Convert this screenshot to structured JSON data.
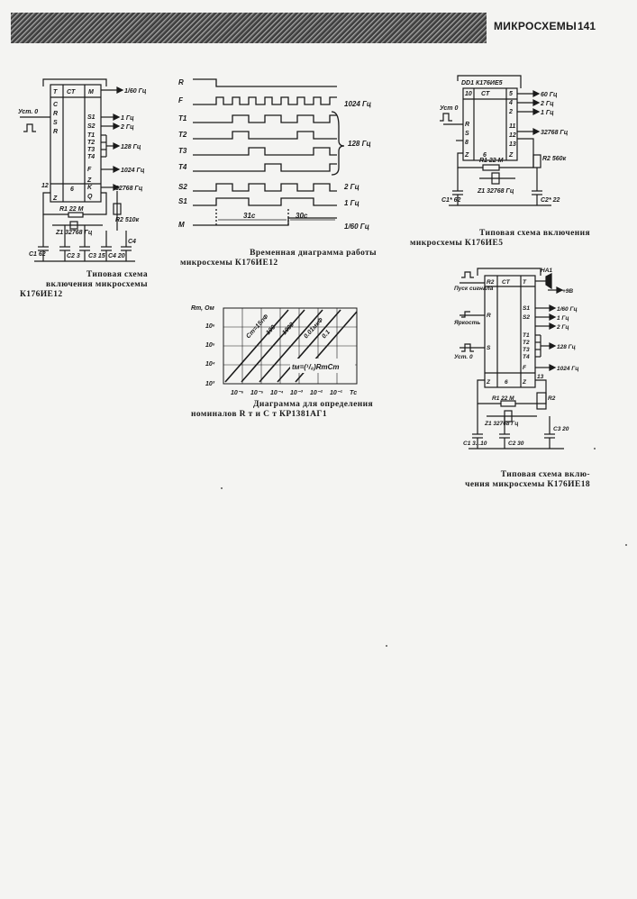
{
  "header": {
    "title": "МИКРОСХЕМЫ",
    "page_number": "141"
  },
  "captions": {
    "ie12_circuit": [
      "Типовая схема",
      "включения микросхемы",
      "К176ИЕ12"
    ],
    "timing": [
      "Временная диаграмма работы",
      "микросхемы К176ИЕ12"
    ],
    "ie5_circuit": [
      "Типовая схема включения",
      "микросхемы К176ИЕ5"
    ],
    "rc_diagram": [
      "Диаграмма для определения",
      "номиналов R т и C т КР1381АГ1"
    ],
    "ie18_circuit": [
      "Типовая схема вклю-",
      "чения микросхемы К176ИЕ18"
    ]
  },
  "ie12": {
    "block_labels": [
      "T",
      "C",
      "CT",
      "M",
      "R",
      "S",
      "R",
      "S1",
      "S2",
      "T1",
      "T2",
      "T3",
      "T4",
      "F",
      "K",
      "Q",
      "6",
      "Z",
      "Z",
      "12"
    ],
    "outputs": [
      "1/60 Гц",
      "1 Гц",
      "2 Гц",
      "128 Гц",
      "1024 Гц",
      "32768 Гц"
    ],
    "input_label": "Уст. 0",
    "components": [
      "R1 22 М",
      "Z1 32768 Гц",
      "R2 510к",
      "C1 62",
      "C2 3",
      "C3 15",
      "C4 20",
      "C4"
    ]
  },
  "timing_diagram": {
    "signals": [
      "R",
      "F",
      "T1",
      "T2",
      "T3",
      "T4",
      "S2",
      "S1",
      "M"
    ],
    "right_labels": [
      "1024 Гц",
      "128 Гц",
      "2 Гц",
      "1 Гц",
      "1/60 Гц"
    ],
    "interval_labels": [
      "31с",
      "30с"
    ]
  },
  "ie5": {
    "chip_label": "DD1 К176ИЕ5",
    "block_labels": [
      "10",
      "CT",
      "5",
      "R",
      "4",
      "S",
      "8",
      "Z",
      "Z",
      "2",
      "6",
      "11",
      "12",
      "13"
    ],
    "outputs": [
      "60 Гц",
      "2 Гц",
      "1 Гц",
      "32768 Гц"
    ],
    "input_label": "Уст 0",
    "components": [
      "R1 22 М",
      "R2 560к",
      "C1* 62",
      "Z1 32768 Гц",
      "C2* 22"
    ]
  },
  "rc_chart": {
    "y_axis_label": "Rт, Ом",
    "y_ticks": [
      "10⁶",
      "10⁵",
      "10⁴",
      "10³"
    ],
    "x_ticks": [
      "10⁻⁶",
      "10⁻⁵",
      "10⁻⁴",
      "10⁻³",
      "10⁻²",
      "10⁻¹",
      "Tс"
    ],
    "line_labels": [
      "Cт=15пФ",
      "100",
      "1000",
      "0.01мкФ",
      "0.1"
    ],
    "formula": "tм=(¹/₈)RтCт"
  },
  "ie18": {
    "block_labels": [
      "R2",
      "CT",
      "T",
      "R",
      "S1",
      "S2",
      "T1",
      "T2",
      "T3",
      "T4",
      "F",
      "S",
      "Z",
      "6",
      "Z",
      "13",
      "HA1"
    ],
    "inputs": [
      "Пуск сигнала",
      "Яркость",
      "Уст. 0"
    ],
    "outputs": [
      "+9В",
      "1/60 Гц",
      "1 Гц",
      "2 Гц",
      "128 Гц",
      "1024 Гц"
    ],
    "components": [
      "R1 22 М",
      "Z1 32768 Гц",
      "C1 3...10",
      "C2 30",
      "C3 20",
      "R2"
    ]
  }
}
